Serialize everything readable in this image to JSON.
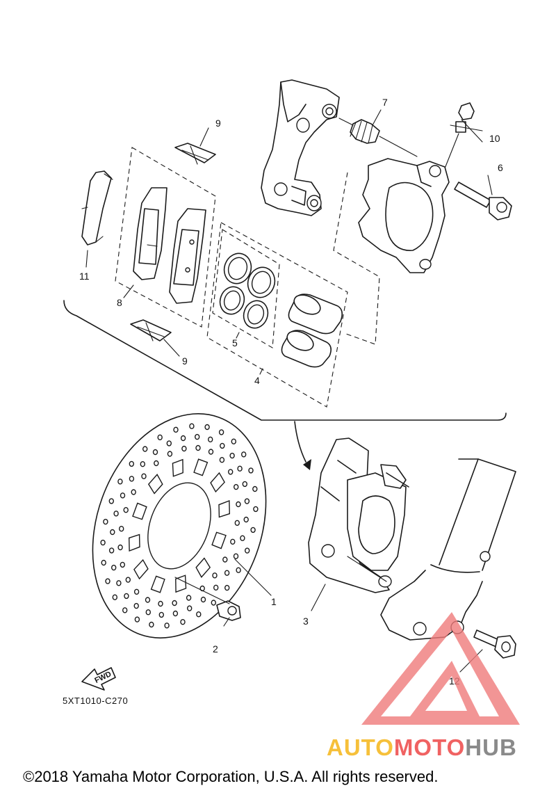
{
  "diagram": {
    "callouts": [
      {
        "id": "c1",
        "label": "1"
      },
      {
        "id": "c2",
        "label": "2"
      },
      {
        "id": "c3",
        "label": "3"
      },
      {
        "id": "c4",
        "label": "4"
      },
      {
        "id": "c5",
        "label": "5"
      },
      {
        "id": "c6",
        "label": "6"
      },
      {
        "id": "c7",
        "label": "7"
      },
      {
        "id": "c8",
        "label": "8"
      },
      {
        "id": "c9a",
        "label": "9"
      },
      {
        "id": "c9b",
        "label": "9"
      },
      {
        "id": "c10",
        "label": "10"
      },
      {
        "id": "c11",
        "label": "11"
      },
      {
        "id": "c12",
        "label": "12"
      }
    ],
    "fwd_label": "FWD",
    "drawing_code": "5XT1010-C270",
    "copyright": "©2018 Yamaha Motor Corporation, U.S.A. All rights reserved."
  },
  "watermark": {
    "part1": "AUTO",
    "part2": "MOTO",
    "part3": "HUB",
    "color1": "#f6c03a",
    "color2": "#f06262",
    "color3": "#8a8a8a",
    "logo_color": "#ef7b7b"
  }
}
